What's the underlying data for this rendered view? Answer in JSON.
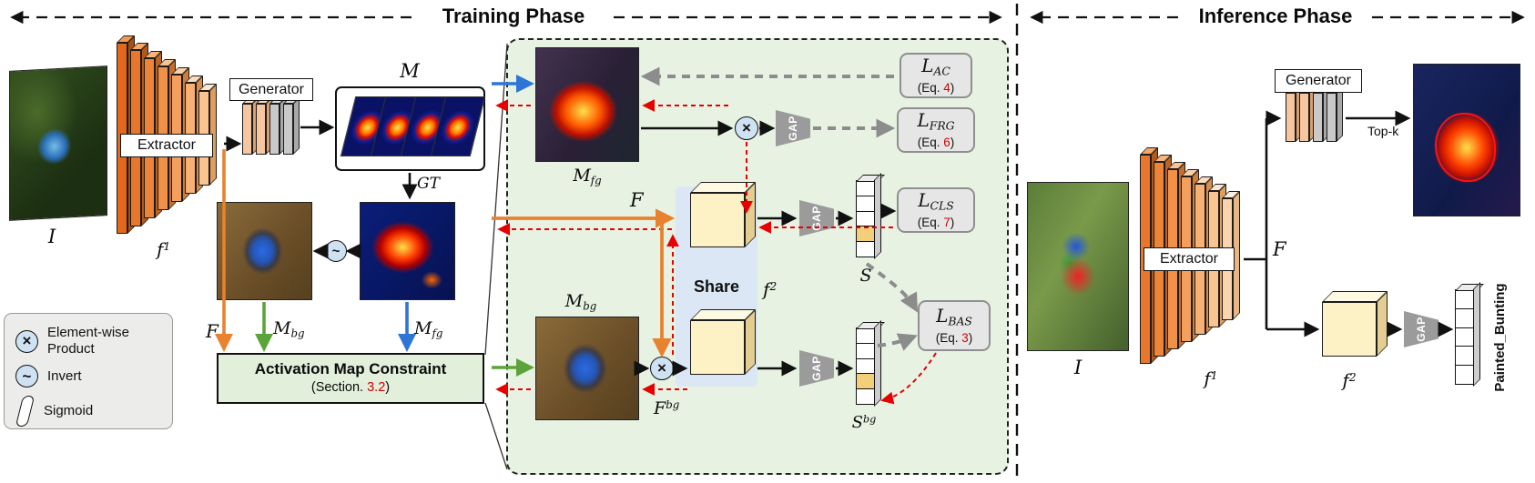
{
  "phases": {
    "training": "Training Phase",
    "inference": "Inference Phase"
  },
  "labels": {
    "input": "I",
    "f": "f",
    "one": "1",
    "two": "2",
    "F": "F",
    "M": "M",
    "S": "S",
    "GT": "GT",
    "fg": "fg",
    "bg": "bg",
    "extractor": "Extractor",
    "generator": "Generator",
    "share": "Share",
    "gap": "GAP",
    "topk": "Top-k",
    "class_name": "Painted_Bunting",
    "product_op": "×",
    "invert_op": "~"
  },
  "constraint": {
    "title": "Activation Map Constraint",
    "sec_pre": "(Section. ",
    "sec_num": "3.2",
    "sec_post": ")"
  },
  "legend": {
    "product_line1": "Element-wise",
    "product_line2": "Product",
    "invert": "Invert",
    "sigmoid": "Sigmoid"
  },
  "losses": {
    "ac": {
      "sym": "L",
      "sub": "AC",
      "eq_pre": "(Eq. ",
      "eq_num": "4",
      "eq_post": ")"
    },
    "frg": {
      "sym": "L",
      "sub": "FRG",
      "eq_pre": "(Eq. ",
      "eq_num": "6",
      "eq_post": ")"
    },
    "cls": {
      "sym": "L",
      "sub": "CLS",
      "eq_pre": "(Eq. ",
      "eq_num": "7",
      "eq_post": ")"
    },
    "bas": {
      "sym": "L",
      "sub": "BAS",
      "eq_pre": "(Eq. ",
      "eq_num": "3",
      "eq_post": ")"
    }
  },
  "colors": {
    "feature_arrow": "#e8822e",
    "background_map_arrow": "#5ba43a",
    "foreground_map_arrow": "#2e75d6",
    "backward_arrow": "#e80000",
    "loss_arrow": "#8c8c8c",
    "constraint_bg": "#e2efda",
    "share_bg": "#dbe7f5",
    "eq_number": "#d40000"
  }
}
